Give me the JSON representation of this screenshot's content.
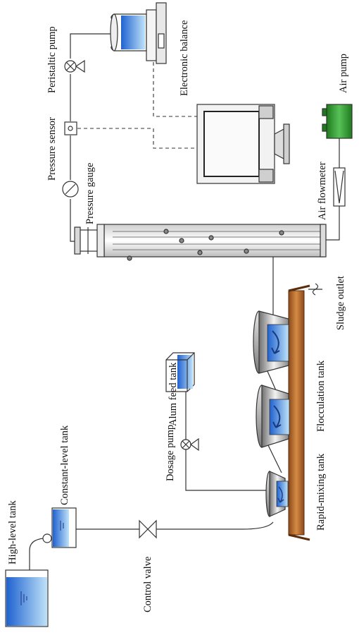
{
  "labels": {
    "high_level_tank": "High-level tank",
    "constant_level_tank": "Constant-level tank",
    "control_valve": "Control valve",
    "rapid_mixing_tank": "Rapid-mixing tank",
    "flocculation_tank": "Flocculation tank",
    "dosage_pump": "Dosage pump",
    "alum_feed_tank": "Alum feed tank",
    "sludge_outlet": "Sludge outlet",
    "air_flowmeter": "Air flowmeter",
    "air_pump": "Air pump",
    "pressure_gauge": "Pressure gauge",
    "pressure_sensor": "Pressure sensor",
    "peristaltic_pump": "Peristaltic pump",
    "electronic_balance": "Electronic balance"
  },
  "colors": {
    "water_blue": "#1f6fd6",
    "water_light": "#a9d4f5",
    "base_brown": "#b8652a",
    "air_pump_green": "#2f9a2f",
    "outline": "#333333"
  }
}
